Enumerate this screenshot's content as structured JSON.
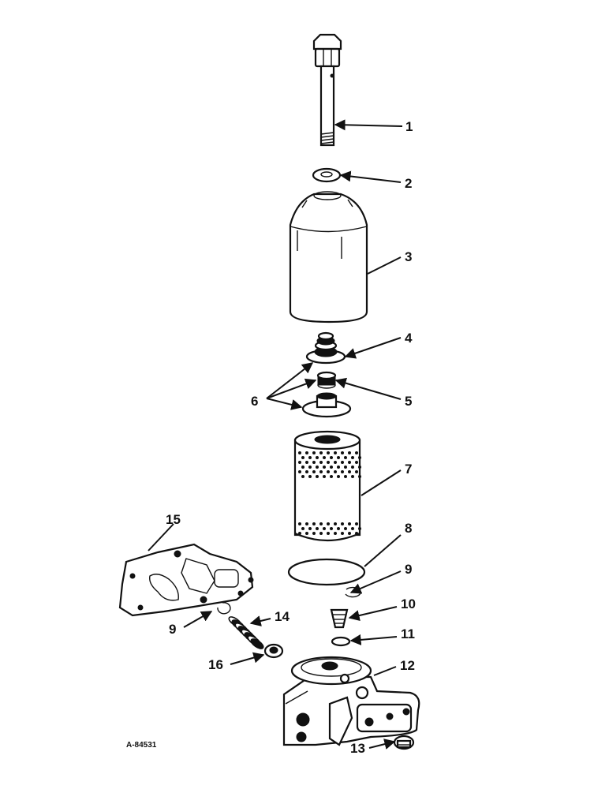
{
  "figure_ref": "A-84531",
  "callouts": {
    "c1": "1",
    "c2": "2",
    "c3": "3",
    "c4": "4",
    "c5": "5",
    "c6": "6",
    "c7": "7",
    "c8": "8",
    "c9a": "9",
    "c9b": "9",
    "c10": "10",
    "c11": "11",
    "c12": "12",
    "c13": "13",
    "c14": "14",
    "c15": "15",
    "c16": "16"
  }
}
